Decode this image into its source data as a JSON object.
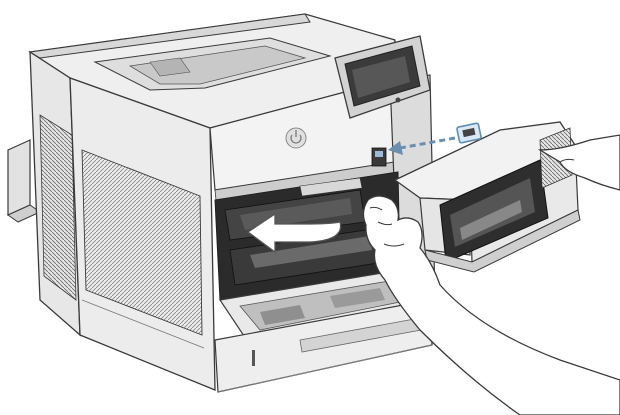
{
  "figure": {
    "subject": "printer-accessory-installation",
    "icons": {
      "power": "power-icon",
      "connector": "connector-icon",
      "insert_arrow": "dashed-arrow-left",
      "slide_arrow": "curved-arrow-left"
    },
    "colors": {
      "background": "#ffffff",
      "body_light": "#f1f1f1",
      "body_mid": "#d9d9d9",
      "body_shadow": "#b9b9b9",
      "line": "#3a3a3a",
      "interior_dark": "#2b2b2b",
      "screen": "#3b3b3b",
      "arrow_fill": "#ffffff",
      "arrow_stroke": "#555555",
      "highlight": "#8fb8d8"
    }
  }
}
